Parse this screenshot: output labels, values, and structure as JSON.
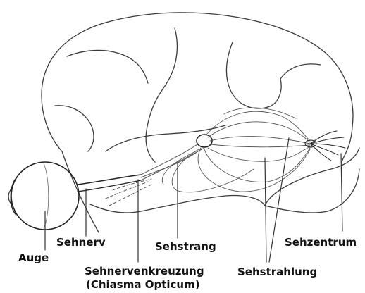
{
  "labels": {
    "auge": "Auge",
    "sehnerv": "Sehnerv",
    "sehstrang": "Sehstrang",
    "kreuzung_line1": "Sehnervenkreuzung",
    "kreuzung_line2": "(Chiasma Opticum)",
    "sehstrahlung": "Sehstrahlung",
    "sehzentrum": "Sehzentrum"
  },
  "colors": {
    "ink": "#111111",
    "outline": "#3a3a3a",
    "fiber": "#555555"
  }
}
